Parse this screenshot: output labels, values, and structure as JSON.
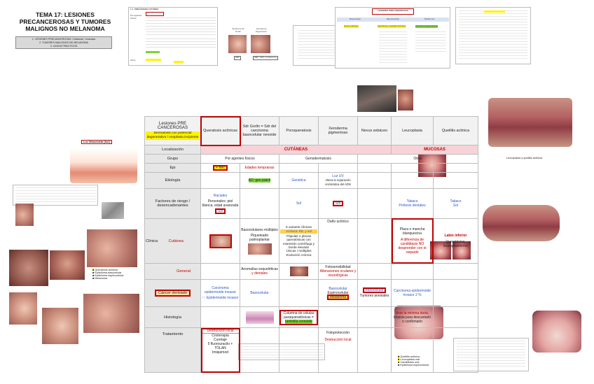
{
  "page": {
    "title": "TEMA 17: LESIONES PRECANCEROSAS Y TUMORES MALIGNOS NO MELANOMA",
    "index": [
      "1. LESIONES PRECANCEROSAS: Cutáneas / mucosas",
      "2. TUMORES MALIGNOS NO MELANOMA",
      "3. CASOS PRÁCTICOS"
    ]
  },
  "top_mini": {
    "section": "1.1. PRECÁNCER CUTÁNEO",
    "row_labels": [
      "Por agentes físicos",
      "Otros"
    ],
    "sample_image_labels": [
      "Síndrome de Gorlin",
      "Xeroderma Pigmentoso"
    ],
    "badges": [
      "SBC",
      "SBC, CEC o melanoma"
    ]
  },
  "top_right_mini": {
    "header": "LESIONES PRECANCEROSAS",
    "cols": [
      "Basocelular",
      "Espinocelular",
      "Melanoma"
    ],
    "items": [
      "Nevus sebáceo",
      "Queratosis y queilitis actínicas",
      "Xerodermia pigmentosa"
    ]
  },
  "labels": {
    "uv_light": "Luz Ultravioleta (Sol)",
    "leucoplasia_caption": "Leucoplasia y queilitis actínica"
  },
  "table": {
    "corner": "Lesiones PRE CANCEROSAS",
    "corner_sub": "Dermatosis con potencial degenerativo / neoplasia incipiente",
    "columns": [
      "Queratosis actínicas",
      "Sdr Gorlin = Sdr del carcinoma basocelular nevoide",
      "Poroqueratosis",
      "Xeroderma pigmentoso",
      "Nevus sebáceo",
      "Leucoplasia",
      "Queilitis actínica"
    ],
    "rows": {
      "localizacion": "Localización",
      "cutaneas": "CUTÁNEAS",
      "mucosas": "MUCOSAS",
      "grupo": "Grupo",
      "grupo_fisicos": "Por agentes físicos",
      "grupo_geno": "Genodermatosis",
      "grupo_otros": "Otros",
      "epi": "Epi",
      "epi_qa": "+ frec",
      "epi_gorlin": "Edades tempranas",
      "etiologia": "Etiología",
      "etio_gorlin": "AD: gen patch",
      "etio_poro": "Genética",
      "etio_xero_1": "Luz UV",
      "etio_xero_2": "Altera la reparación enzimática del ADN",
      "factores": "Factores de riesgo / desencadenantes",
      "fr_qa_1": "Raciales",
      "fr_qa_2": "Personales: piel blanca, edad avanzada",
      "fr_qa_3": "Sol",
      "fr_poro": "Sol",
      "fr_xero": "Sol",
      "fr_leuco_1": "Tabaco",
      "fr_leuco_2": "Prótesis dentales",
      "fr_queil_1": "Tabaco",
      "fr_queil_2": "Sol",
      "clinica": "Clínica",
      "cutanea": "Cutánea",
      "general": "General",
      "cl_gorlin_1": "Basocelulares múltiples",
      "cl_gorlin_2": "Piqueteado palmoplantar",
      "cl_poro_1": "5 variante clínicas",
      "cl_poro_2": "Actínica: EE, y sol",
      "cl_poro_3": "Pápulas o placas queratósicas con extensión centrífuga y borde elevado",
      "cl_poro_4": "Únicas / múltiples",
      "cl_poro_5": "Evolución crónica",
      "cl_xero": "Daño actínico",
      "cl_leuco_1": "Placa o mancha blanquecina",
      "cl_leuco_2": "A diferencia de candidiasis NO desprender con el raspado",
      "cl_queil_1": "Labio inferior",
      "cl_queil_2": "Queratósico, leucoplasiforme",
      "gen_gorlin_1": "Anomalías esqueléticas",
      "gen_gorlin_2": "y dentales",
      "gen_xero_1": "Fotosensibilidad",
      "gen_xero_2": "Alteraciones oculares y neurológicas",
      "cancer": "Cáncer derivado",
      "cancer_qa_1": "Carcinoma epidermoide invasor",
      "cancer_qa_2": "↑↑ Epidermoide invasor",
      "cancer_gorlin": "Basocelular",
      "cancer_xero_1": "Basocelular",
      "cancer_xero_2": "Espinocelular",
      "cancer_xero_3": "Melanoma",
      "cancer_nevus_1": "Basocelular",
      "cancer_nevus_2": "Tumores anexiales",
      "cancer_leuco": "Carcinoma epidermoide invasor 2 %",
      "histologia": "Histología",
      "hist_poro_1": "Columna de células paraqueratósicas =",
      "hist_poro_2": "laminilla cornoide",
      "hist_leuco_1": "Ante la mínima duda,",
      "hist_leuco_2": "biopsia para descartarlo o confirmarlo",
      "tratamiento": "Tratamiento",
      "tx_qa_1": "Destrucción local",
      "tx_qa_2": "Crioterapia",
      "tx_qa_3": "Curetaje",
      "tx_qa_4": "5 fluorouracilo +",
      "tx_qa_5": "TOLAN",
      "tx_qa_6": "Imiquimod",
      "tx_xero_1": "Fotoprotección",
      "tx_xero_2": "Destrucción local"
    }
  },
  "legend_left": [
    "Queratosis actínica",
    "Epitelioma basocelular",
    "Epitelioma espinocelular",
    "Melanoma"
  ],
  "legend_right": [
    "Queilitis actínica",
    "Leucoplasia oral",
    "Candidiasis oral",
    "Epitelioma espinocelular"
  ],
  "colors": {
    "red_accent": "#c00000",
    "blue_text": "#2e56c8",
    "pink_band": "#f7d3d7",
    "highlight_yellow": "#fff200",
    "highlight_green": "#7cd435"
  }
}
